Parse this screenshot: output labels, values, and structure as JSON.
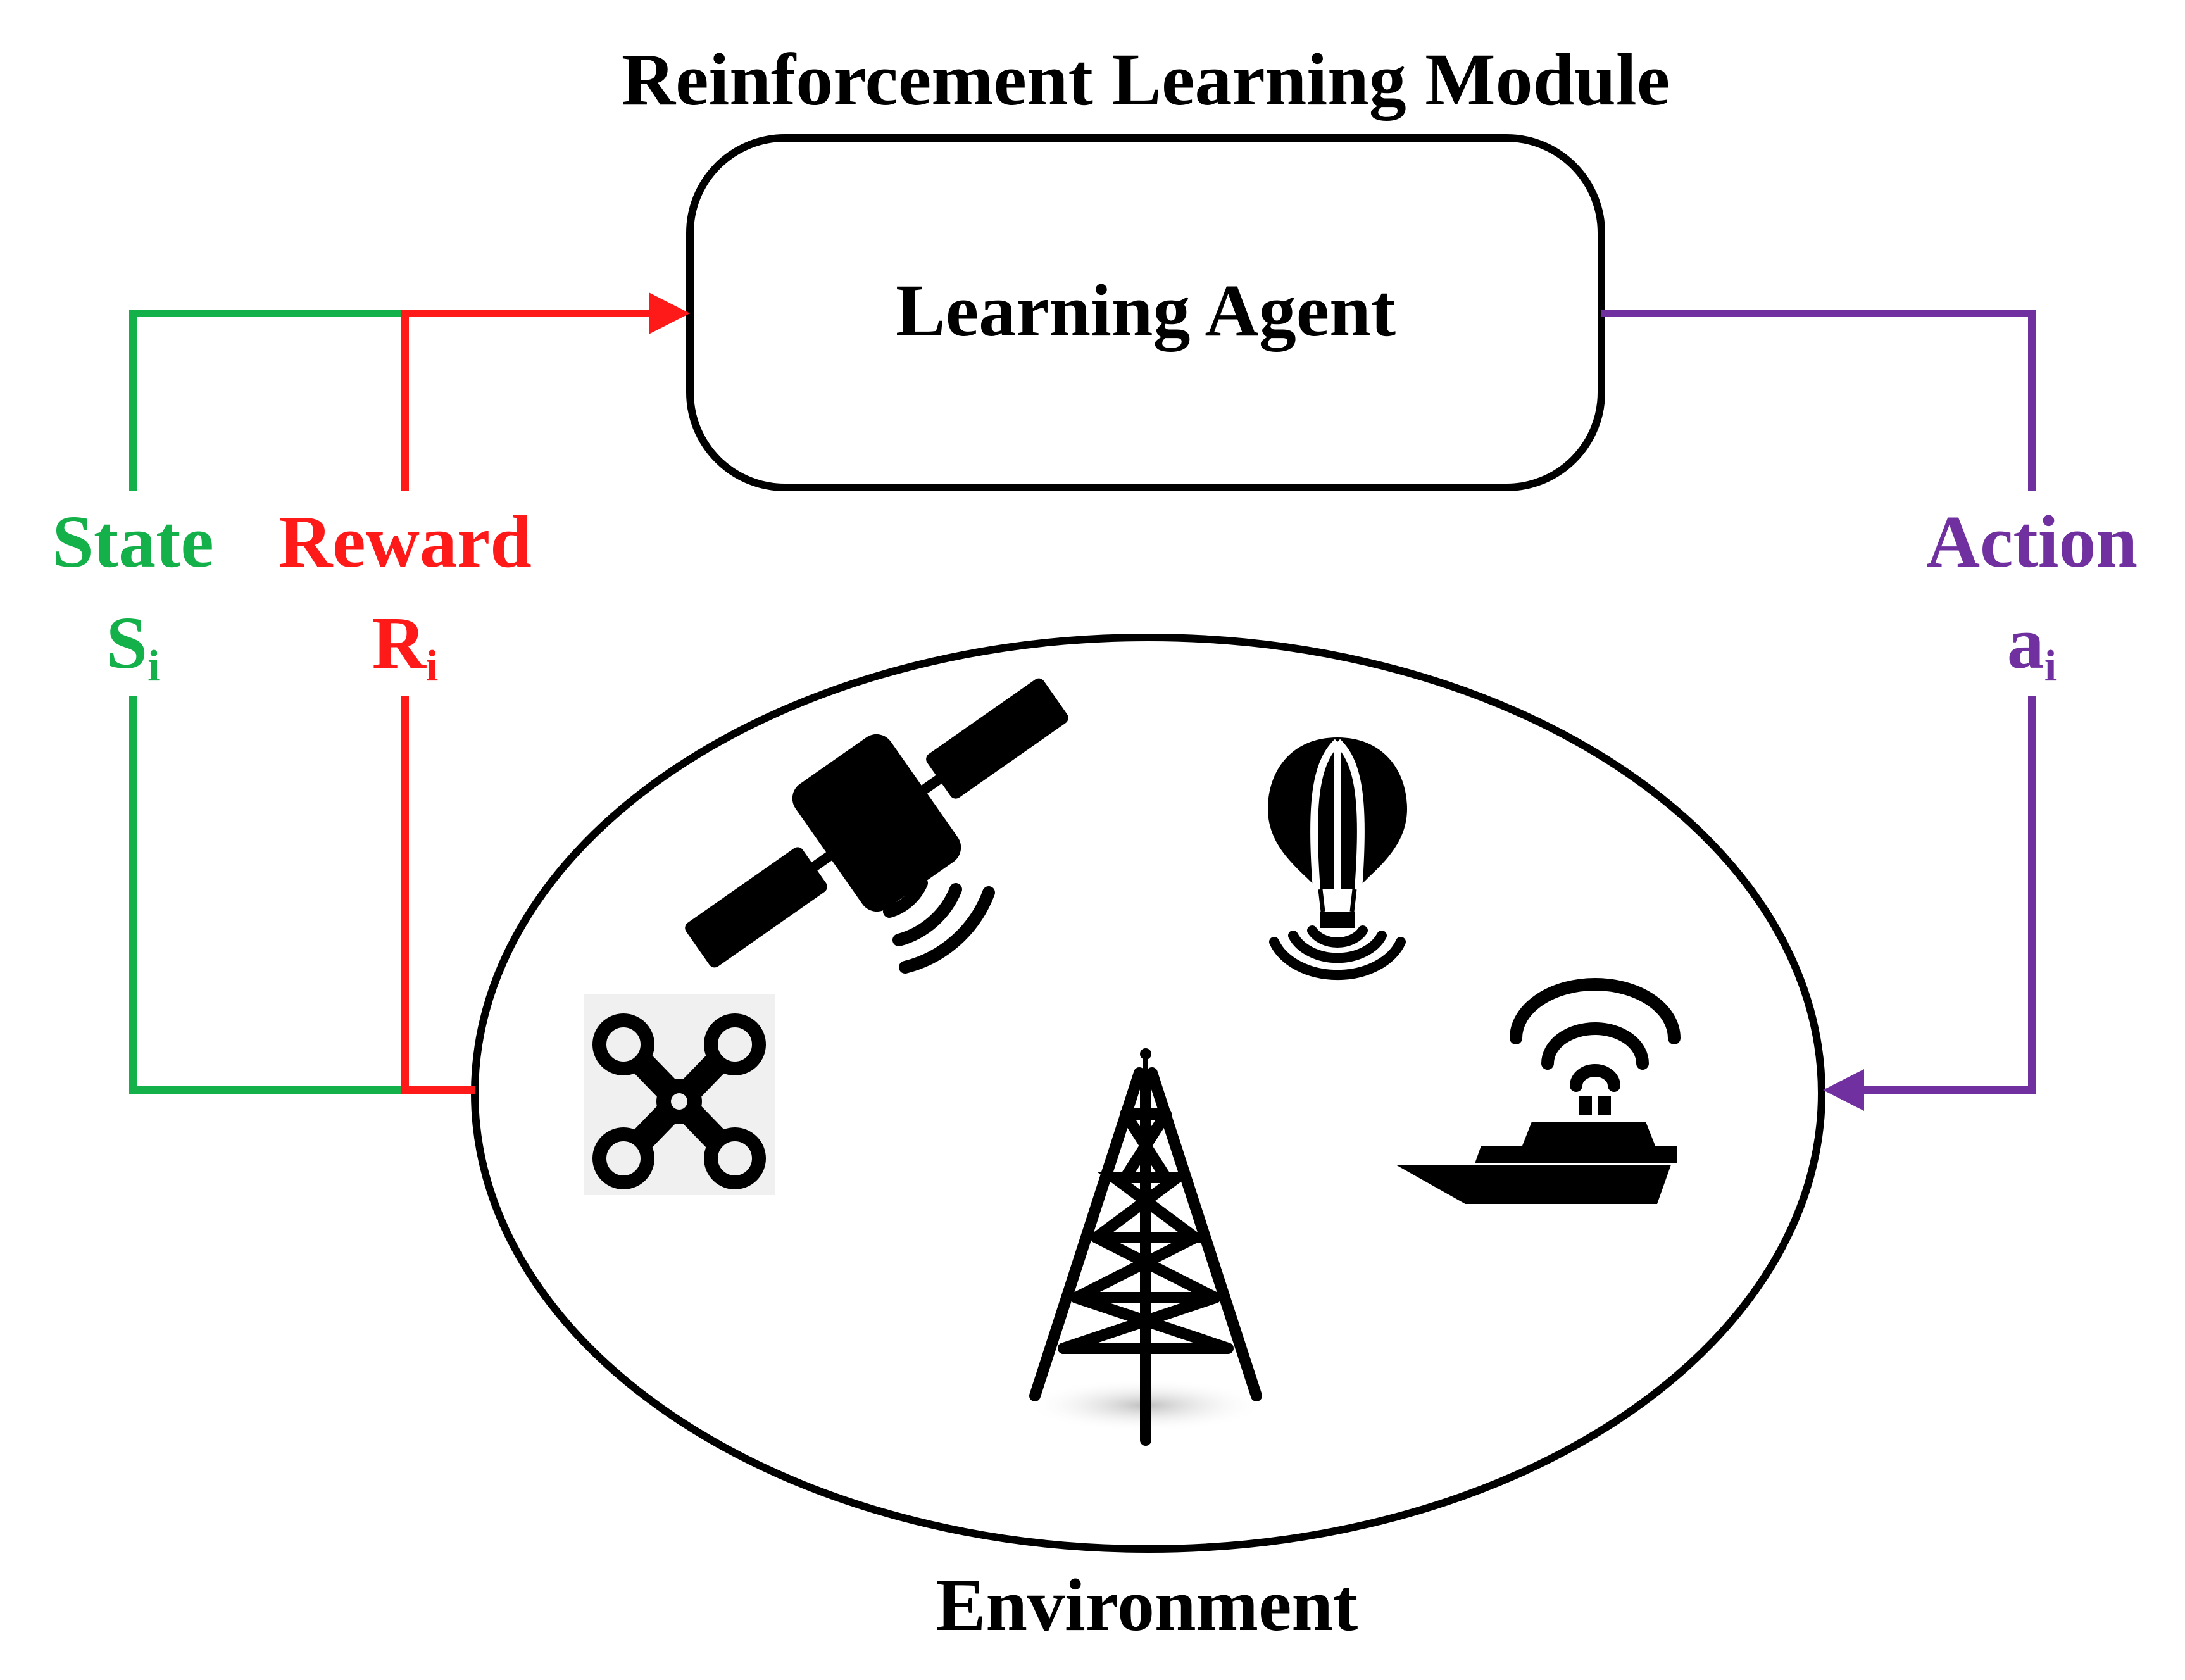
{
  "title": "Reinforcement Learning Module",
  "agent": {
    "label": "Learning Agent"
  },
  "environment": {
    "label": "Environment",
    "icons": [
      "satellite-icon",
      "hot-air-balloon-icon",
      "drone-icon",
      "cell-tower-icon",
      "ship-icon"
    ]
  },
  "signals": {
    "state": {
      "name": "State",
      "symbol": "S",
      "subscript": "i",
      "color": "#14b04a"
    },
    "reward": {
      "name": "Reward",
      "symbol": "R",
      "subscript": "i",
      "color": "#ff1a1a"
    },
    "action": {
      "name": "Action",
      "symbol": "a",
      "subscript": "i",
      "color": "#7030a0"
    }
  }
}
